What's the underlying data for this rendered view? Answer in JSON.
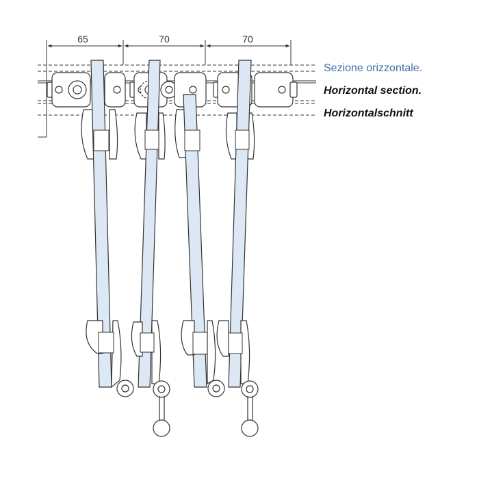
{
  "dimensions": [
    "65",
    "70",
    "70"
  ],
  "captions": {
    "italian": "Sezione orizzontale.",
    "english": "Horizontal section.",
    "german": "Horizontalschnitt"
  },
  "colors": {
    "panel_fill": "#dce8f3",
    "line": "#333333",
    "caption_blue": "#3e6ea8"
  },
  "panel_count": 4
}
